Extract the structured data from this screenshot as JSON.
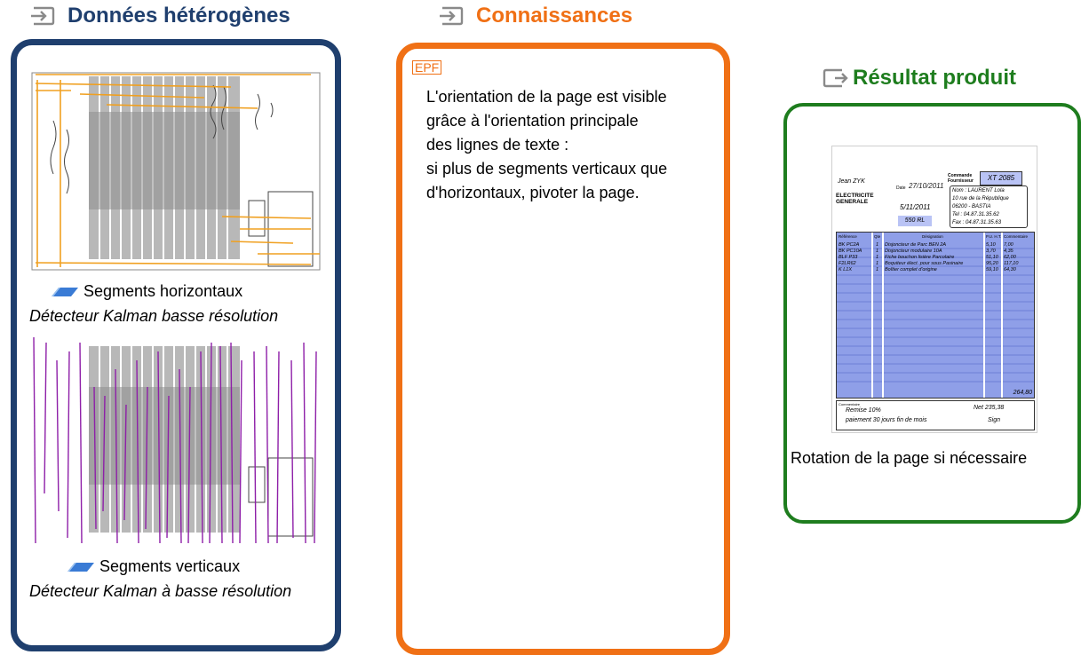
{
  "headers": {
    "data": "Données hétérogènes",
    "knowledge": "Connaissances",
    "result": "Résultat produit"
  },
  "colors": {
    "data": "#1f3f6e",
    "knowledge": "#f07015",
    "result": "#1e7d1e",
    "icon": "#8a8a8a"
  },
  "icons": {
    "header_icon": "arrow-into-box-icon",
    "result_icon": "box-with-arrow-out-icon",
    "segment_icon": "blue-segment-icon"
  },
  "panel_data": {
    "horizontal": {
      "label": "Segments horizontaux",
      "detector": "Détecteur Kalman basse résolution"
    },
    "vertical": {
      "label": "Segments verticaux",
      "detector": "Détecteur Kalman à basse résolution"
    }
  },
  "knowledge": {
    "badge": "EPF",
    "lines": [
      "L'orientation de la page est visible",
      "grâce à l'orientation principale",
      "des lignes de texte :",
      "si plus de segments verticaux que",
      "d'horizontaux, pivoter la page."
    ]
  },
  "result": {
    "caption": "Rotation de la page si nécessaire"
  },
  "document": {
    "name": "Jean ZYK",
    "company": "ELECTRICITE GENERALE",
    "date_label": "Date",
    "date": "27/10/2011",
    "order_label": "Commande Fournisseur",
    "order": "XT 2085",
    "delivery": "5/11/2011",
    "ref": "550 RL",
    "client_name": "Nom : LAURENT Lola",
    "client_addr1": "10 rue de la République",
    "client_addr2": "06200 - BASTIA",
    "tel": "Tel : 04.87.31.35.62",
    "fax": "Fax : 04.87.31.35.63",
    "col_ref": "Référence",
    "col_qty": "Qte",
    "col_desig": "Désignation",
    "col_pu": "P.U. H.T.",
    "col_total": "Commentaire",
    "rows": [
      {
        "ref": "BK PC2A",
        "qty": "1",
        "desig": "Disjoncteur de Parc BEN 2A",
        "pu": "5,10",
        "total": "7,00"
      },
      {
        "ref": "BK PC10A",
        "qty": "1",
        "desig": "Disjoncteur modulaire 10A",
        "pu": "3,70",
        "total": "4,35"
      },
      {
        "ref": "BLF P33",
        "qty": "1",
        "desig": "Fiche bouchon lisière Parcolaire",
        "pu": "51,10",
        "total": "62,00"
      },
      {
        "ref": "F2LR62",
        "qty": "1",
        "desig": "Boquiteur élect. pour sous Pasinaire",
        "pu": "95,20",
        "total": "117,10"
      },
      {
        "ref": "K L1X",
        "qty": "1",
        "desig": "Boîtier complet d'origine",
        "pu": "59,10",
        "total": "64,30"
      }
    ],
    "total": "264,80",
    "note_label": "Commentaire",
    "note1": "Remise 10%",
    "note2": "paiement 30 jours fin de mois",
    "sum": "Net 235,38",
    "sign": "Sign"
  }
}
